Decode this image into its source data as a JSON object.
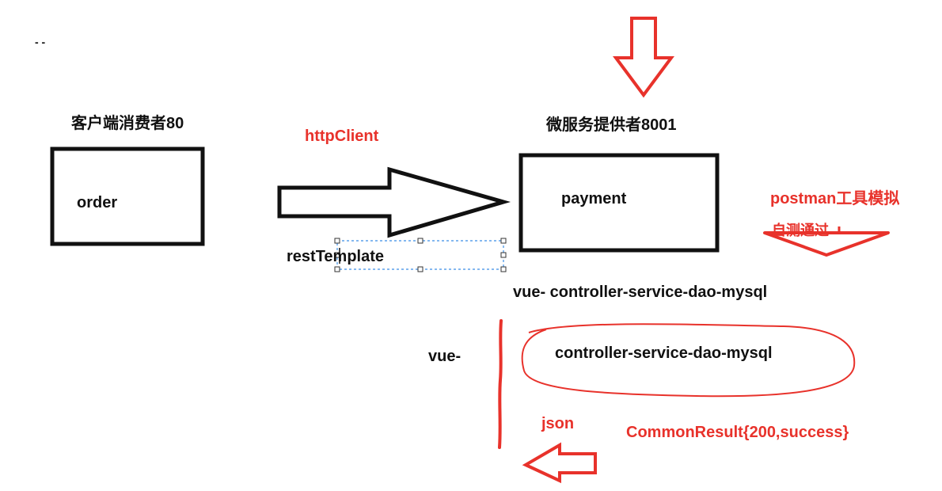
{
  "labels": {
    "consumer_title": "客户端消费者80",
    "provider_title": "微服务提供者8001",
    "order": "order",
    "payment": "payment",
    "http_client": "httpClient",
    "rest_template": "restTemplate",
    "postman": "postman工具模拟",
    "postman_sub": "自测通过",
    "stack_top": "vue- controller-service-dao-mysql",
    "vue_left": "vue-",
    "stack_circled": "controller-service-dao-mysql",
    "json": "json",
    "common_result": "CommonResult{200,success}",
    "corner_mark": "- -"
  },
  "colors": {
    "annotation_red": "#e8322b",
    "ink_black": "#111111",
    "selection_blue": "#3a8ee6"
  }
}
